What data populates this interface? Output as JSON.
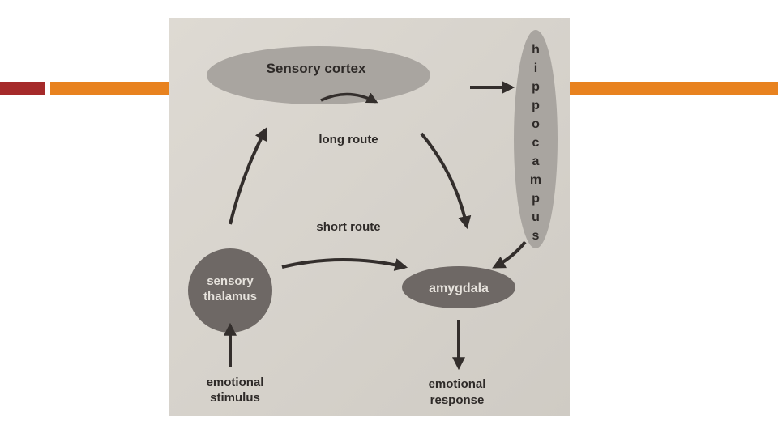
{
  "diagram": {
    "nodes": {
      "sensory_cortex": "Sensory cortex",
      "hippocampus": "hippocampus",
      "sensory_thalamus_line1": "sensory",
      "sensory_thalamus_line2": "thalamus",
      "amygdala": "amygdala",
      "emotional_stimulus_line1": "emotional",
      "emotional_stimulus_line2": "stimulus",
      "emotional_response_line1": "emotional",
      "emotional_response_line2": "response"
    },
    "routes": {
      "long": "long route",
      "short": "short route"
    }
  },
  "colors": {
    "accent_red": "#a52a2a",
    "accent_orange": "#e8821f",
    "photo_background": "#d9d5ce",
    "light_node": "#a9a5a0",
    "dark_node": "#6e6865",
    "arrow": "#332e2c"
  }
}
